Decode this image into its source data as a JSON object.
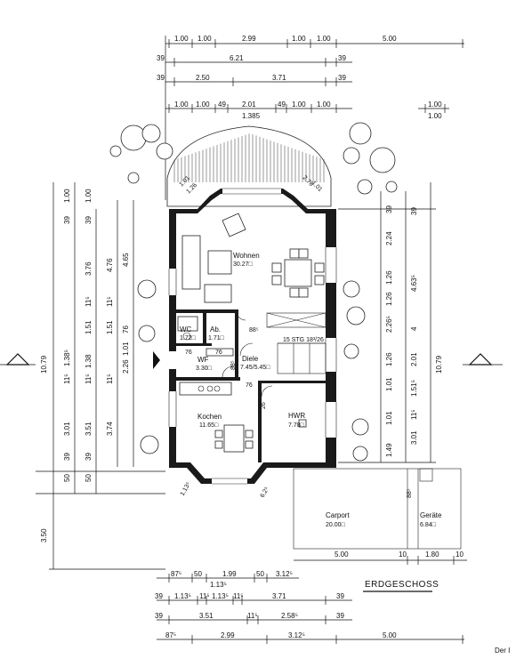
{
  "title": "ERDGESCHOSS",
  "corner_text": "Der I",
  "rooms": {
    "wohnen": {
      "name": "Wohnen",
      "area": "30.27□"
    },
    "wc": {
      "name": "WC",
      "area": "1.72□"
    },
    "ab": {
      "name": "Ab.",
      "area": "1.71□"
    },
    "wf": {
      "name": "WF",
      "area": "3.30□"
    },
    "diele": {
      "name": "Diele",
      "area": "7.45/5.45□"
    },
    "kochen": {
      "name": "Kochen",
      "area": "11.65□"
    },
    "hwr": {
      "name": "HWR",
      "area": "7.78□"
    },
    "carport": {
      "name": "Carport",
      "area": "20.00□"
    },
    "geraete": {
      "name": "Geräte",
      "area": "6.84□"
    }
  },
  "stairs": "15 STG 18³/26",
  "top_dims": {
    "row1": [
      "1.00",
      "1.00",
      "2.99",
      "1.00",
      "1.00",
      "5.00"
    ],
    "row2": [
      "39",
      "6.21",
      "39"
    ],
    "row3": [
      "39",
      "2.50",
      "3.71",
      "39"
    ],
    "row4": [
      "1.00",
      "1.00",
      "49",
      "2.01",
      "49",
      "1.00",
      "1.00"
    ],
    "row4_total": "1.385",
    "side_right": [
      "1.00",
      "1.00"
    ]
  },
  "bottom_dims": {
    "row1": [
      "87⁵",
      "50",
      "1.99",
      "50",
      "3.12⁵"
    ],
    "row1_sub": "1.13⁵",
    "carport_row": [
      "5.00",
      "10",
      "1.80",
      "10"
    ],
    "row2": [
      "39",
      "1.13⁵",
      "11⁵",
      "1.13⁵",
      "11⁵",
      "3.71",
      "39"
    ],
    "row3": [
      "39",
      "3.51",
      "11⁵",
      "2.58⁵",
      "39"
    ],
    "row4": [
      "87⁵",
      "2.99",
      "3.12⁵",
      "5.00"
    ]
  },
  "left_dims": {
    "outer": [
      "10.79",
      "3.50"
    ],
    "col2": [
      "1.00",
      "39",
      "1.38⁵",
      "11⁵",
      "3.01",
      "39",
      "50"
    ],
    "col3": [
      "1.00",
      "39",
      "3.76",
      "11⁵",
      "1.51",
      "1.38",
      "11⁵",
      "3.51",
      "39",
      "50"
    ],
    "col4": [
      "4.76",
      "11⁵",
      "1.51",
      "11⁵",
      "3.74"
    ],
    "col5": [
      "4.65",
      "76",
      "2.26",
      "1.01"
    ]
  },
  "right_dims": {
    "inner": [
      "39",
      "2.24",
      "1.26",
      "1.26",
      "2.26⁵",
      "1.26",
      "1.01",
      "1.01",
      "1.49"
    ],
    "col2": [
      "4.63⁵",
      "4",
      "2.01",
      "1.51⁵",
      "11⁵",
      "3.01",
      "39"
    ],
    "outer": [
      "10.79"
    ]
  },
  "misc_labels": [
    "1.01",
    "1.26",
    "2.76",
    "1.01",
    "88⁵",
    "76",
    "76",
    "76",
    "26",
    "88⁵",
    "88⁵",
    "1.13⁵",
    "6.2⁵"
  ]
}
